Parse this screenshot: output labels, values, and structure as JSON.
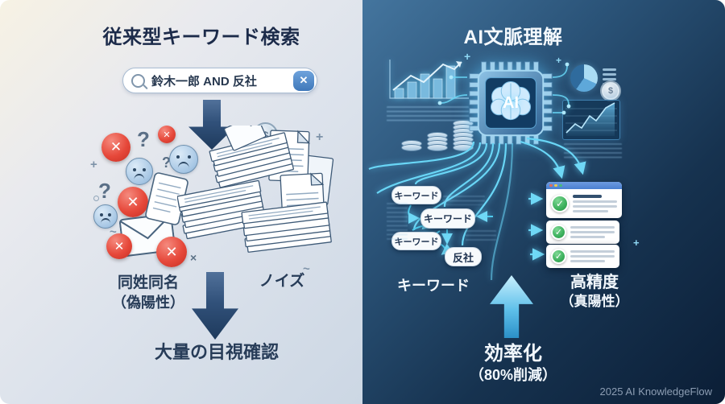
{
  "icons": {
    "close": "✕",
    "check": "✓",
    "question": "?",
    "plus": "+",
    "tilde": "~",
    "dollar": "$",
    "multiply": "×"
  },
  "left": {
    "title": "従来型キーワード検索",
    "search": {
      "query": "鈴木一郎 AND 反社"
    },
    "labels": {
      "false_positive_line1": "同姓同名",
      "false_positive_line2": "（偽陽性）",
      "noise": "ノイズ",
      "bottom": "大量の目視確認"
    }
  },
  "right": {
    "title": "AI文脈理解",
    "chip_label": "AI",
    "pills": {
      "k1": "キーワード",
      "k2": "キーワード",
      "k3": "キーワード",
      "hansha": "反社"
    },
    "bottom": {
      "keyword": "キーワード",
      "precision_line1": "高精度",
      "precision_line2": "（真陽性）",
      "efficiency_line1": "効率化",
      "efficiency_line2": "（80%削減）"
    }
  },
  "footer": "2025 AI KnowledgeFlow",
  "colors": {
    "accent_cyan": "#66d4f4",
    "alert_red": "#e0392c",
    "success_green": "#3cb05c",
    "navy": "#1c2b4a"
  }
}
